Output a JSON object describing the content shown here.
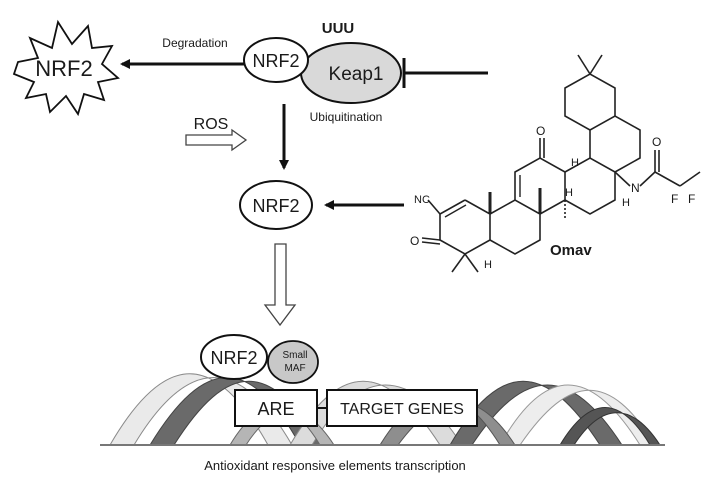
{
  "pathway": {
    "nrf2_degraded": "NRF2",
    "degradation": "Degradation",
    "complex_nrf2": "NRF2",
    "keap1": "Keap1",
    "ubiquitin": "UUU",
    "ubiquitination": "Ubiquitination",
    "ros": "ROS",
    "nrf2_free": "NRF2",
    "nrf2_bound": "NRF2",
    "small_maf_line1": "Small",
    "small_maf_line2": "MAF",
    "are": "ARE",
    "target_genes": "TARGET GENES",
    "caption": "Antioxidant responsive elements transcription"
  },
  "molecule": {
    "name": "Omav",
    "nc": "NC",
    "o_ketone_top": "O",
    "o_ketone_left": "O",
    "o_amide": "O",
    "n_amide": "N",
    "h_amide": "H",
    "f1": "F",
    "f2": "F",
    "h1": "H",
    "h2": "H",
    "h3": "H"
  }
}
